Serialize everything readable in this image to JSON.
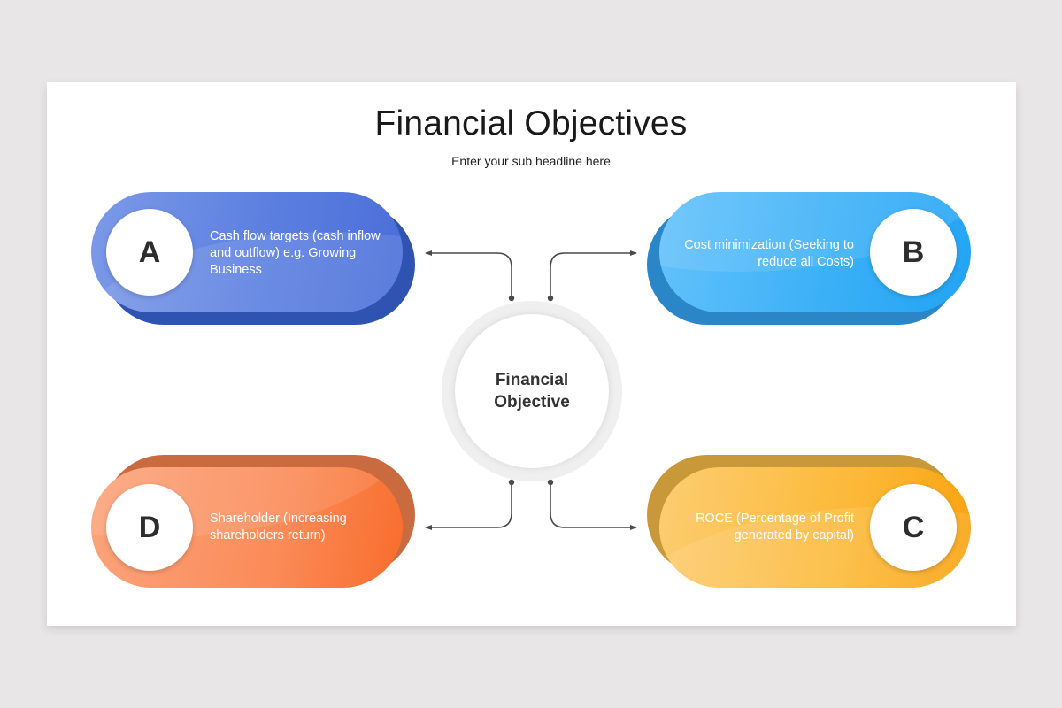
{
  "slide": {
    "title": "Financial Objectives",
    "subtitle": "Enter your sub headline here"
  },
  "center": {
    "line1": "Financial",
    "line2": "Objective"
  },
  "items": [
    {
      "letter": "A",
      "text": "Cash flow targets (cash inflow and outflow) e.g. Growing Business",
      "color": "#5b7fe0",
      "shade": "#2f53b0",
      "position": "top-left"
    },
    {
      "letter": "B",
      "text": "Cost minimization (Seeking to reduce all Costs)",
      "color": "#3bb0f7",
      "shade": "#2a86c6",
      "position": "top-right"
    },
    {
      "letter": "C",
      "text": "ROCE (Percentage of Profit generated by capital)",
      "color": "#fcb938",
      "shade": "#c99838",
      "position": "bottom-right"
    },
    {
      "letter": "D",
      "text": "Shareholder (Increasing shareholders return)",
      "color": "#fb8b58",
      "shade": "#c96a3f",
      "position": "bottom-left"
    }
  ],
  "colors": {
    "background": "#e8e6e7",
    "slide": "#ffffff",
    "connector": "#4a4a4a",
    "title_text": "#1a1a1a"
  }
}
